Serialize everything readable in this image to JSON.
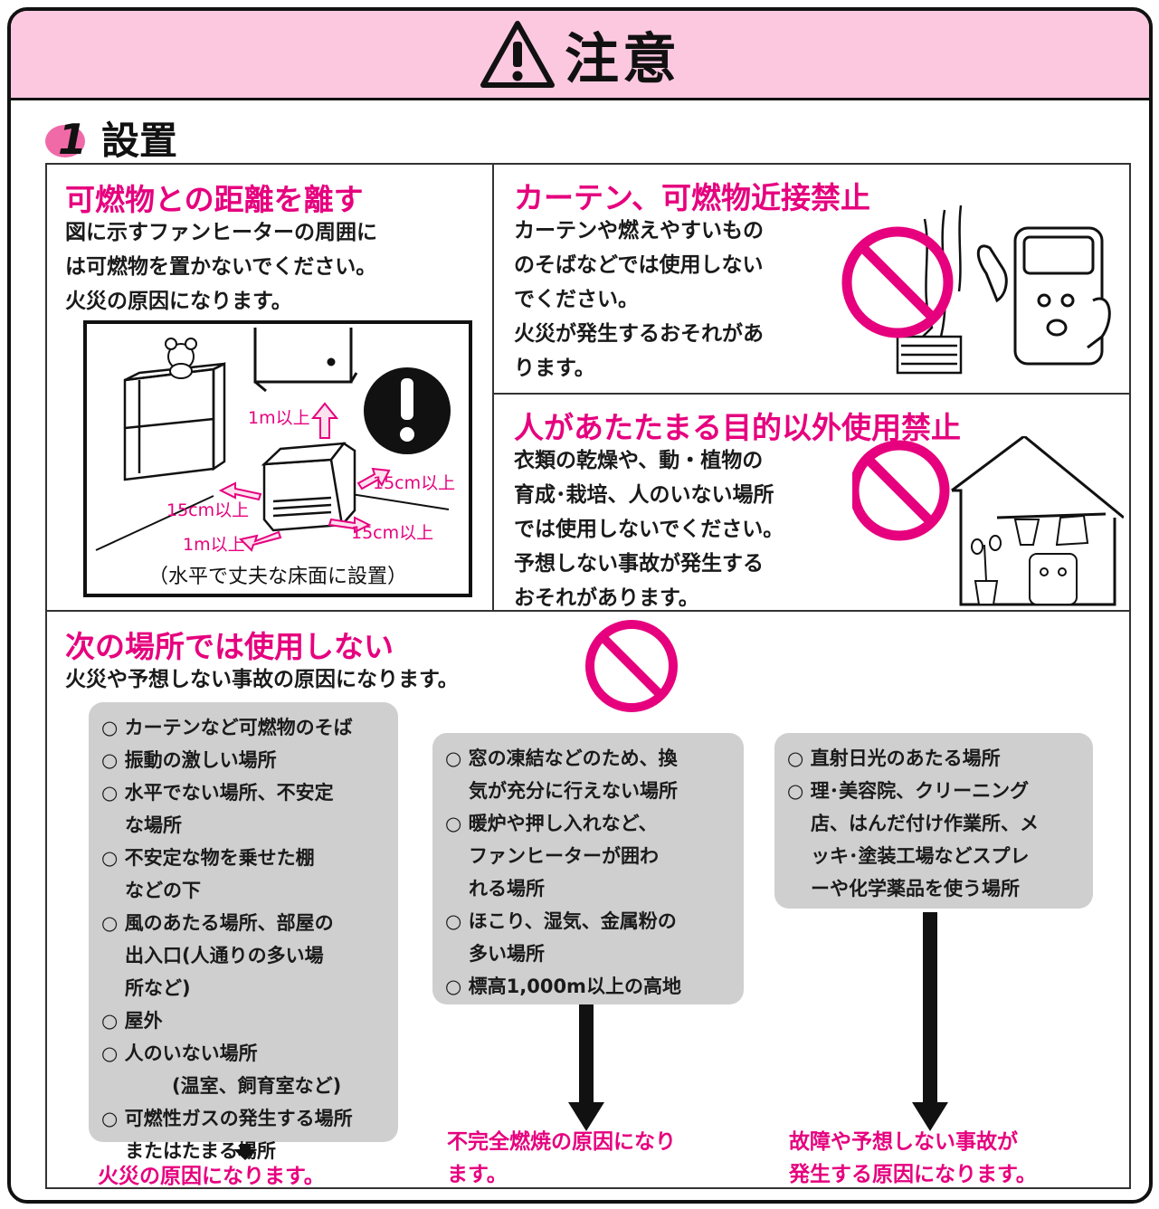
{
  "header": {
    "title": "注意"
  },
  "section": {
    "number": "1",
    "title": "設置"
  },
  "distance": {
    "heading": "可燃物との距離を離す",
    "body": [
      "図に示すファンヒーターの周囲に",
      "は可燃物を置かないでください。",
      "火災の原因になります。"
    ],
    "labels": {
      "top": "1m以上",
      "right": "15cm以上",
      "left": "15cm以上",
      "front": "1m以上",
      "front_right": "15cm以上"
    },
    "caption": "（水平で丈夫な床面に設置）"
  },
  "curtain": {
    "heading": "カーテン、可燃物近接禁止",
    "body": [
      "カーテンや燃えやすいもの",
      "のそばなどでは使用しない",
      "でください。",
      "火災が発生するおそれがあ",
      "ります。"
    ]
  },
  "warming": {
    "heading": "人があたたまる目的以外使用禁止",
    "body": [
      "衣類の乾燥や、動・植物の",
      "育成･栽培、人のいない場所",
      "では使用しないでください。",
      "予想しない事故が発生する",
      "おそれがあります。"
    ]
  },
  "places": {
    "heading": "次の場所では使用しない",
    "subtitle": "火災や予想しない事故の原因になります。",
    "col1": [
      "○ カーテンなど可燃物のそば",
      "○ 振動の激しい場所",
      "○ 水平でない場所、不安定",
      "な場所",
      "○ 不安定な物を乗せた棚",
      "などの下",
      "○ 風のあたる場所、部屋の",
      "出入口(人通りの多い場",
      "所など)",
      "○ 屋外",
      "○ 人のいない場所",
      "(温室、飼育室など)",
      "○ 可燃性ガスの発生する場所",
      "またはたまる場所"
    ],
    "col1_result": "火災の原因になります。",
    "col2": [
      "○ 窓の凍結などのため、換",
      "気が充分に行えない場所",
      "○ 暖炉や押し入れなど、",
      "ファンヒーターが囲わ",
      "れる場所",
      "○ ほこり、湿気、金属粉の",
      "多い場所",
      "○ 標高1,000m以上の高地"
    ],
    "col2_result": [
      "不完全燃焼の原因になり",
      "ます。"
    ],
    "col3": [
      "○ 直射日光のあたる場所",
      "○ 理･美容院、クリーニング",
      "店、はんだ付け作業所、メ",
      "ッキ･塗装工場などスプレ",
      "ーや化学薬品を使う場所"
    ],
    "col3_result": [
      "故障や予想しない事故が",
      "発生する原因になります。"
    ]
  },
  "colors": {
    "accent": "#e6007e",
    "banner": "#fcc8e0",
    "list_bg": "#cfcfcf"
  }
}
